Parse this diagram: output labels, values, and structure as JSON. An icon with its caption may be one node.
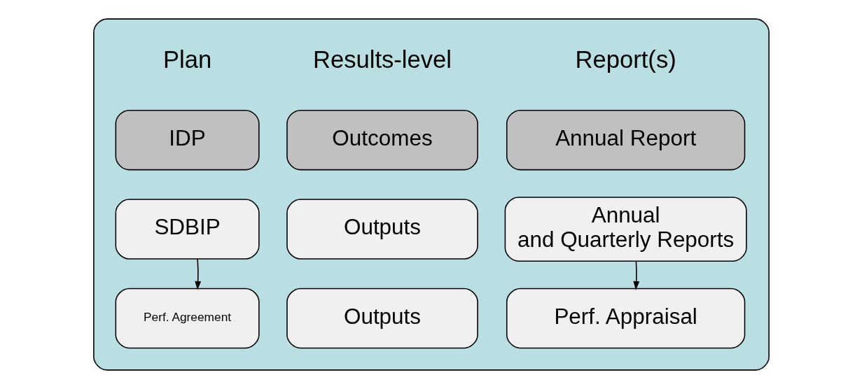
{
  "diagram": {
    "nodes": [
      {
        "text": [],
        "shape": "box"
      },
      {
        "text": [
          "IDP"
        ],
        "in": 0
      },
      {
        "text": [
          "Outcomes"
        ],
        "in": 0
      },
      {
        "text": [
          "Annual Report"
        ],
        "in": 0
      },
      {
        "text": [
          "SDBIP"
        ],
        "in": 0
      },
      {
        "text": [
          "Outputs"
        ],
        "in": 0
      },
      {
        "text": [
          "Annual and Quarterly Reports"
        ],
        "in": 0
      },
      {
        "text": [
          "Perf. Agreement"
        ],
        "in": 0
      },
      {
        "text": [
          "Outputs"
        ],
        "in": 0
      },
      {
        "text": [
          "Perf. Appraisal"
        ],
        "in": 0
      }
    ],
    "edges": [
      {
        "from": 4,
        "to": 7,
        "arrow": "to"
      },
      {
        "from": 6,
        "to": 9,
        "arrow": "to"
      }
    ],
    "labels": [
      "Plan",
      "Results-level",
      "Report(s)"
    ]
  }
}
